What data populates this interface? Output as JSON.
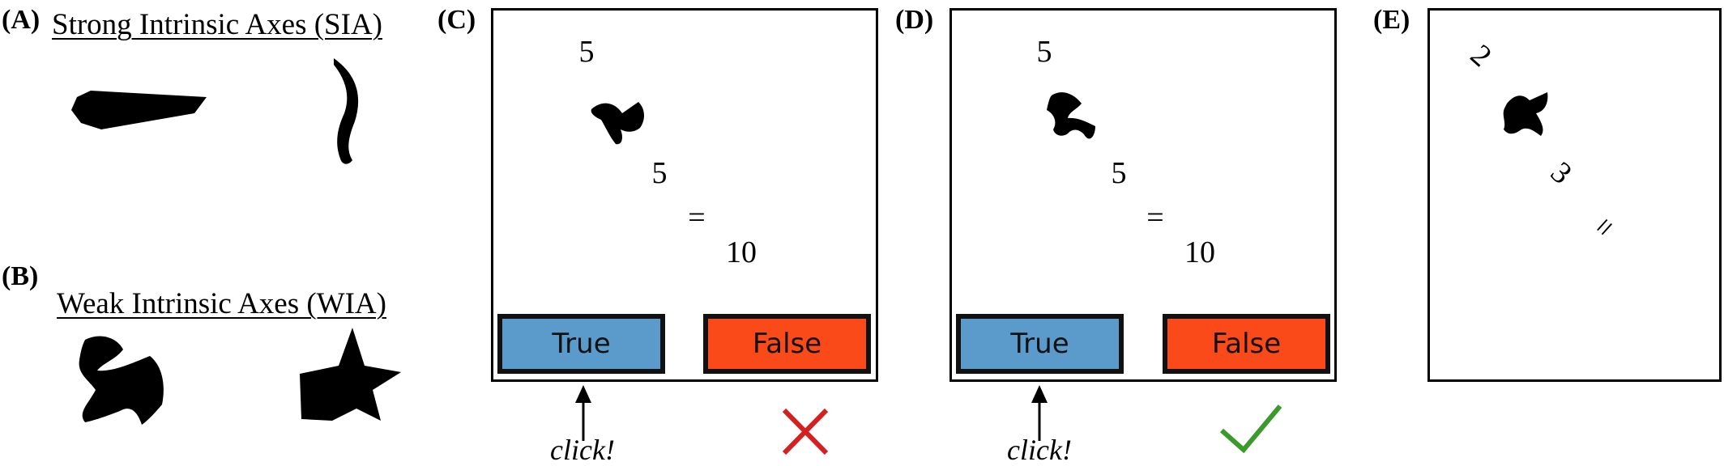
{
  "panel_a": {
    "label": "(A)",
    "title": "Strong Intrinsic Axes (SIA)"
  },
  "panel_b": {
    "label": "(B)",
    "title": "Weak Intrinsic Axes (WIA)"
  },
  "panel_c": {
    "label": "(C)",
    "operand1": "5",
    "operand2": "5",
    "equals": "=",
    "result": "10",
    "true_label": "True",
    "false_label": "False",
    "click_text": "click!",
    "feedback": "incorrect-cross-icon"
  },
  "panel_d": {
    "label": "(D)",
    "operand1": "5",
    "operand2": "5",
    "equals": "=",
    "result": "10",
    "true_label": "True",
    "false_label": "False",
    "click_text": "click!",
    "feedback": "correct-check-icon"
  },
  "panel_e": {
    "label": "(E)",
    "operand1": "2",
    "operand2": "3",
    "equals": "="
  },
  "colors": {
    "true_button": "#5b9bcb",
    "false_button": "#fb4a1a",
    "cross": "#d42020",
    "check": "#3a9a2c"
  }
}
